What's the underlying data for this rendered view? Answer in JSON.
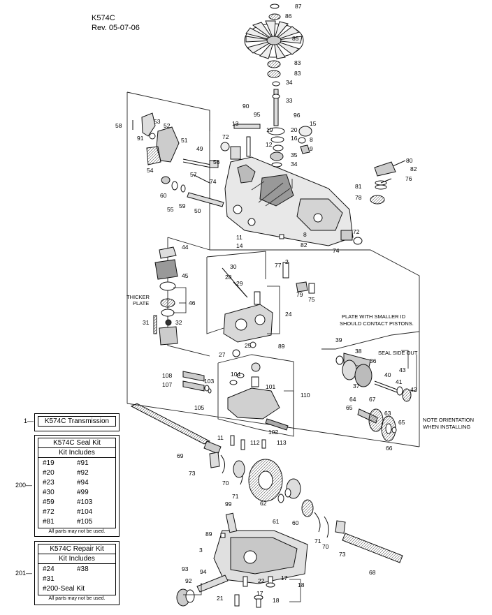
{
  "header": {
    "model": "K574C",
    "revision": "Rev. 05-07-06"
  },
  "notes": {
    "thicker_plate": [
      "THICKER",
      "PLATE"
    ],
    "plate_smaller_id": [
      "PLATE WITH SMALLER ID",
      "SHOULD CONTACT PISTONS."
    ],
    "seal_side_out": "SEAL SIDE OUT",
    "note_orientation": [
      "NOTE ORIENTATION",
      "WHEN INSTALLING"
    ]
  },
  "kits": {
    "transmission": {
      "ref": "1",
      "title": "K574C Transmission"
    },
    "seal_kit": {
      "ref": "200",
      "title": "K574C Seal Kit",
      "subtitle": "Kit Includes",
      "items": [
        "#19",
        "#91",
        "#20",
        "#92",
        "#23",
        "#94",
        "#30",
        "#99",
        "#59",
        "#103",
        "#72",
        "#104",
        "#81",
        "#105"
      ],
      "footer": "All parts may not be used."
    },
    "repair_kit": {
      "ref": "201",
      "title": "K574C Repair Kit",
      "subtitle": "Kit Includes",
      "items": [
        "#24",
        "#38",
        "#31",
        "",
        "#200-Seal Kit",
        ""
      ],
      "footer": "All parts may not be used."
    }
  },
  "callouts": [
    "87",
    "86",
    "85",
    "83",
    "83",
    "34",
    "33",
    "90",
    "95",
    "96",
    "13",
    "19",
    "20",
    "15",
    "16",
    "8",
    "12",
    "9",
    "35",
    "34",
    "72",
    "58",
    "53",
    "91",
    "52",
    "51",
    "49",
    "56",
    "54",
    "57",
    "74",
    "60",
    "55",
    "59",
    "50",
    "80",
    "82",
    "81",
    "76",
    "78",
    "11",
    "14",
    "8",
    "82",
    "2",
    "74",
    "72",
    "44",
    "45",
    "46",
    "30",
    "28",
    "29",
    "77",
    "79",
    "75",
    "24",
    "31",
    "32",
    "25",
    "89",
    "27",
    "39",
    "38",
    "36",
    "37",
    "43",
    "40",
    "41",
    "42",
    "108",
    "107",
    "104",
    "101",
    "103",
    "105",
    "110",
    "102",
    "64",
    "65",
    "67",
    "63",
    "65",
    "66",
    "11",
    "112",
    "113",
    "69",
    "73",
    "70",
    "71",
    "62",
    "61",
    "60",
    "99",
    "89",
    "3",
    "71",
    "70",
    "73",
    "68",
    "93",
    "92",
    "94",
    "22",
    "17",
    "18",
    "21",
    "17",
    "18"
  ]
}
